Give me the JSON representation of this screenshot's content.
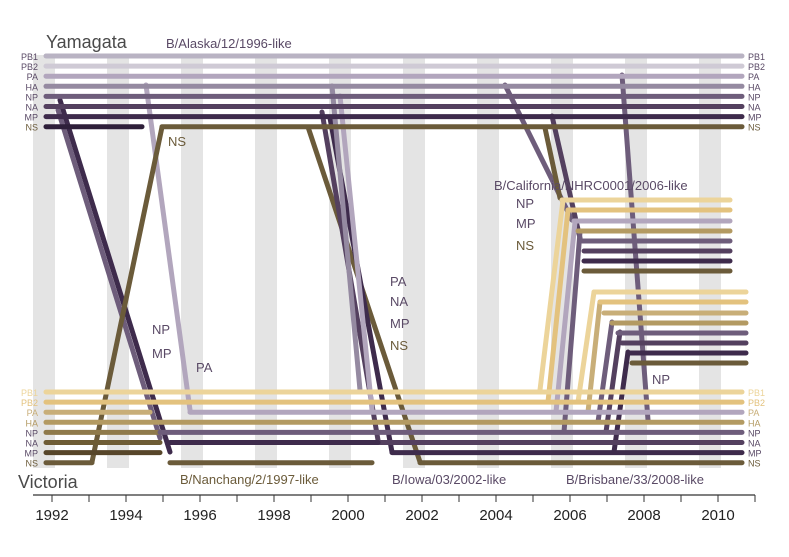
{
  "titles": {
    "top": "Yamagata",
    "bottom": "Victoria"
  },
  "lineages": [
    {
      "label": "B/Alaska/12/1996-like"
    },
    {
      "label": "B/Nanchang/2/1997-like"
    },
    {
      "label": "B/Iowa/03/2002-like"
    },
    {
      "label": "B/California/NHRC0001/2006-like"
    },
    {
      "label": "B/Brisbane/33/2008-like"
    }
  ],
  "segments": [
    "PB1",
    "PB2",
    "PA",
    "HA",
    "NP",
    "NA",
    "MP",
    "NS"
  ],
  "segment_colors": {
    "PB1": "#b9b3c3",
    "PB2": "#cfcad5",
    "PA": "#b2a6bd",
    "HA": "#958aa1",
    "NP": "#6e5d7b",
    "NA": "#54405f",
    "MP": "#3e2b4c",
    "NS": "#6b5b3a"
  },
  "victoria_colors": {
    "PB1": "#ecd49a",
    "PB2": "#e3c27e",
    "PA": "#c8ae78",
    "HA": "#b39a62",
    "NP": "#8f7a4b",
    "NA": "#6e5c35",
    "MP": "#57462a",
    "NS": "#6b5b3a"
  },
  "annotations": [
    {
      "text": "NS"
    },
    {
      "text": "NP"
    },
    {
      "text": "MP"
    },
    {
      "text": "PA"
    },
    {
      "text": "PA"
    },
    {
      "text": "NA"
    },
    {
      "text": "MP"
    },
    {
      "text": "NS"
    },
    {
      "text": "NP"
    },
    {
      "text": "MP"
    },
    {
      "text": "NS"
    },
    {
      "text": "NP"
    }
  ],
  "x_axis": {
    "ticks": [
      "1992",
      "1994",
      "1996",
      "1998",
      "2000",
      "2002",
      "2004",
      "2006",
      "2008",
      "2010"
    ]
  }
}
